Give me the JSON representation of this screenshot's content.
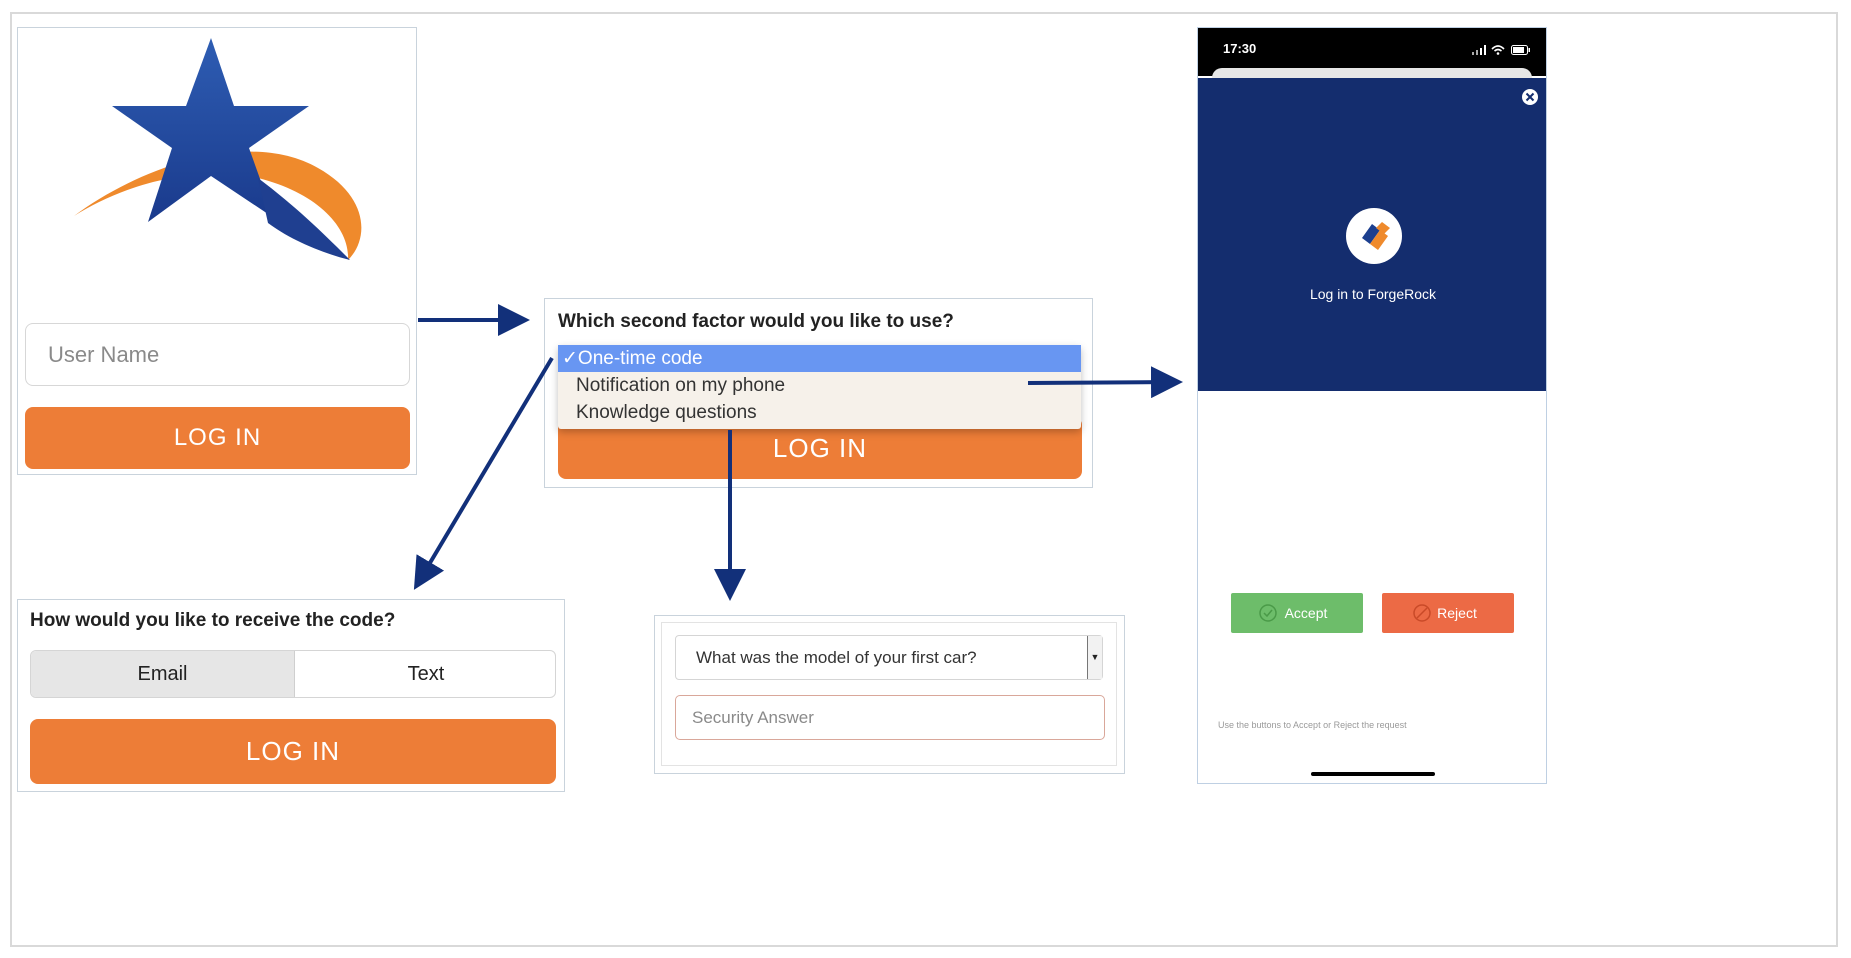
{
  "login_card": {
    "username_placeholder": "User Name",
    "login_label": "LOG IN"
  },
  "factor_card": {
    "question": "Which second factor would you like to use?",
    "options": [
      "One-time code",
      "Notification on my phone",
      "Knowledge questions"
    ],
    "selected_check": "✓",
    "login_label": "LOG IN"
  },
  "code_card": {
    "question": "How would you like to receive the code?",
    "segments": [
      "Email",
      "Text"
    ],
    "selected_segment": "Email",
    "login_label": "LOG IN"
  },
  "kba_card": {
    "selected_question": "What was the model of your first car?",
    "answer_placeholder": "Security Answer"
  },
  "phone": {
    "time": "17:30",
    "prompt_title": "Log in to ForgeRock",
    "accept_label": "Accept",
    "reject_label": "Reject",
    "footer_text": "Use the buttons to Accept or Reject the request"
  },
  "colors": {
    "orange": "#ed7d37",
    "navy": "#142d6e",
    "arrow": "#12307a",
    "select_blue": "#6896f2",
    "accept_green": "#6dbd6a",
    "reject_red": "#ec6a45"
  },
  "icons": [
    "star-logo",
    "forgerock-logo-icon",
    "close-icon",
    "signal-icon",
    "wifi-icon",
    "battery-icon",
    "checkmark-circle-icon",
    "reject-circle-icon",
    "dropdown-arrow-icon"
  ]
}
